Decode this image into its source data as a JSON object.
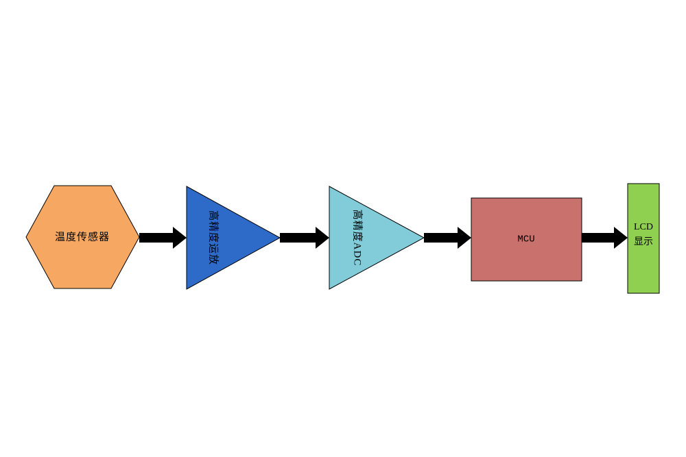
{
  "diagram": {
    "background": "#ffffff",
    "arrow_color": "#000000",
    "stroke_color": "#000000",
    "nodes": {
      "sensor": {
        "shape": "hexagon",
        "label": "温度传感器",
        "fill": "#F6A862"
      },
      "opamp": {
        "shape": "triangle-right",
        "label": "高精度运放",
        "fill": "#2E6AC8",
        "text_rotation_deg": 90
      },
      "adc": {
        "shape": "triangle-right",
        "label": "高精度ADC",
        "fill": "#82CBD9",
        "text_rotation_deg": 90
      },
      "mcu": {
        "shape": "rect",
        "label": "MCU",
        "fill": "#C8716D"
      },
      "lcd": {
        "shape": "rect",
        "label_line1": "LCD",
        "label_line2": "显示",
        "fill": "#90D050"
      }
    },
    "flow": "sensor -> opamp -> adc -> mcu -> lcd"
  }
}
